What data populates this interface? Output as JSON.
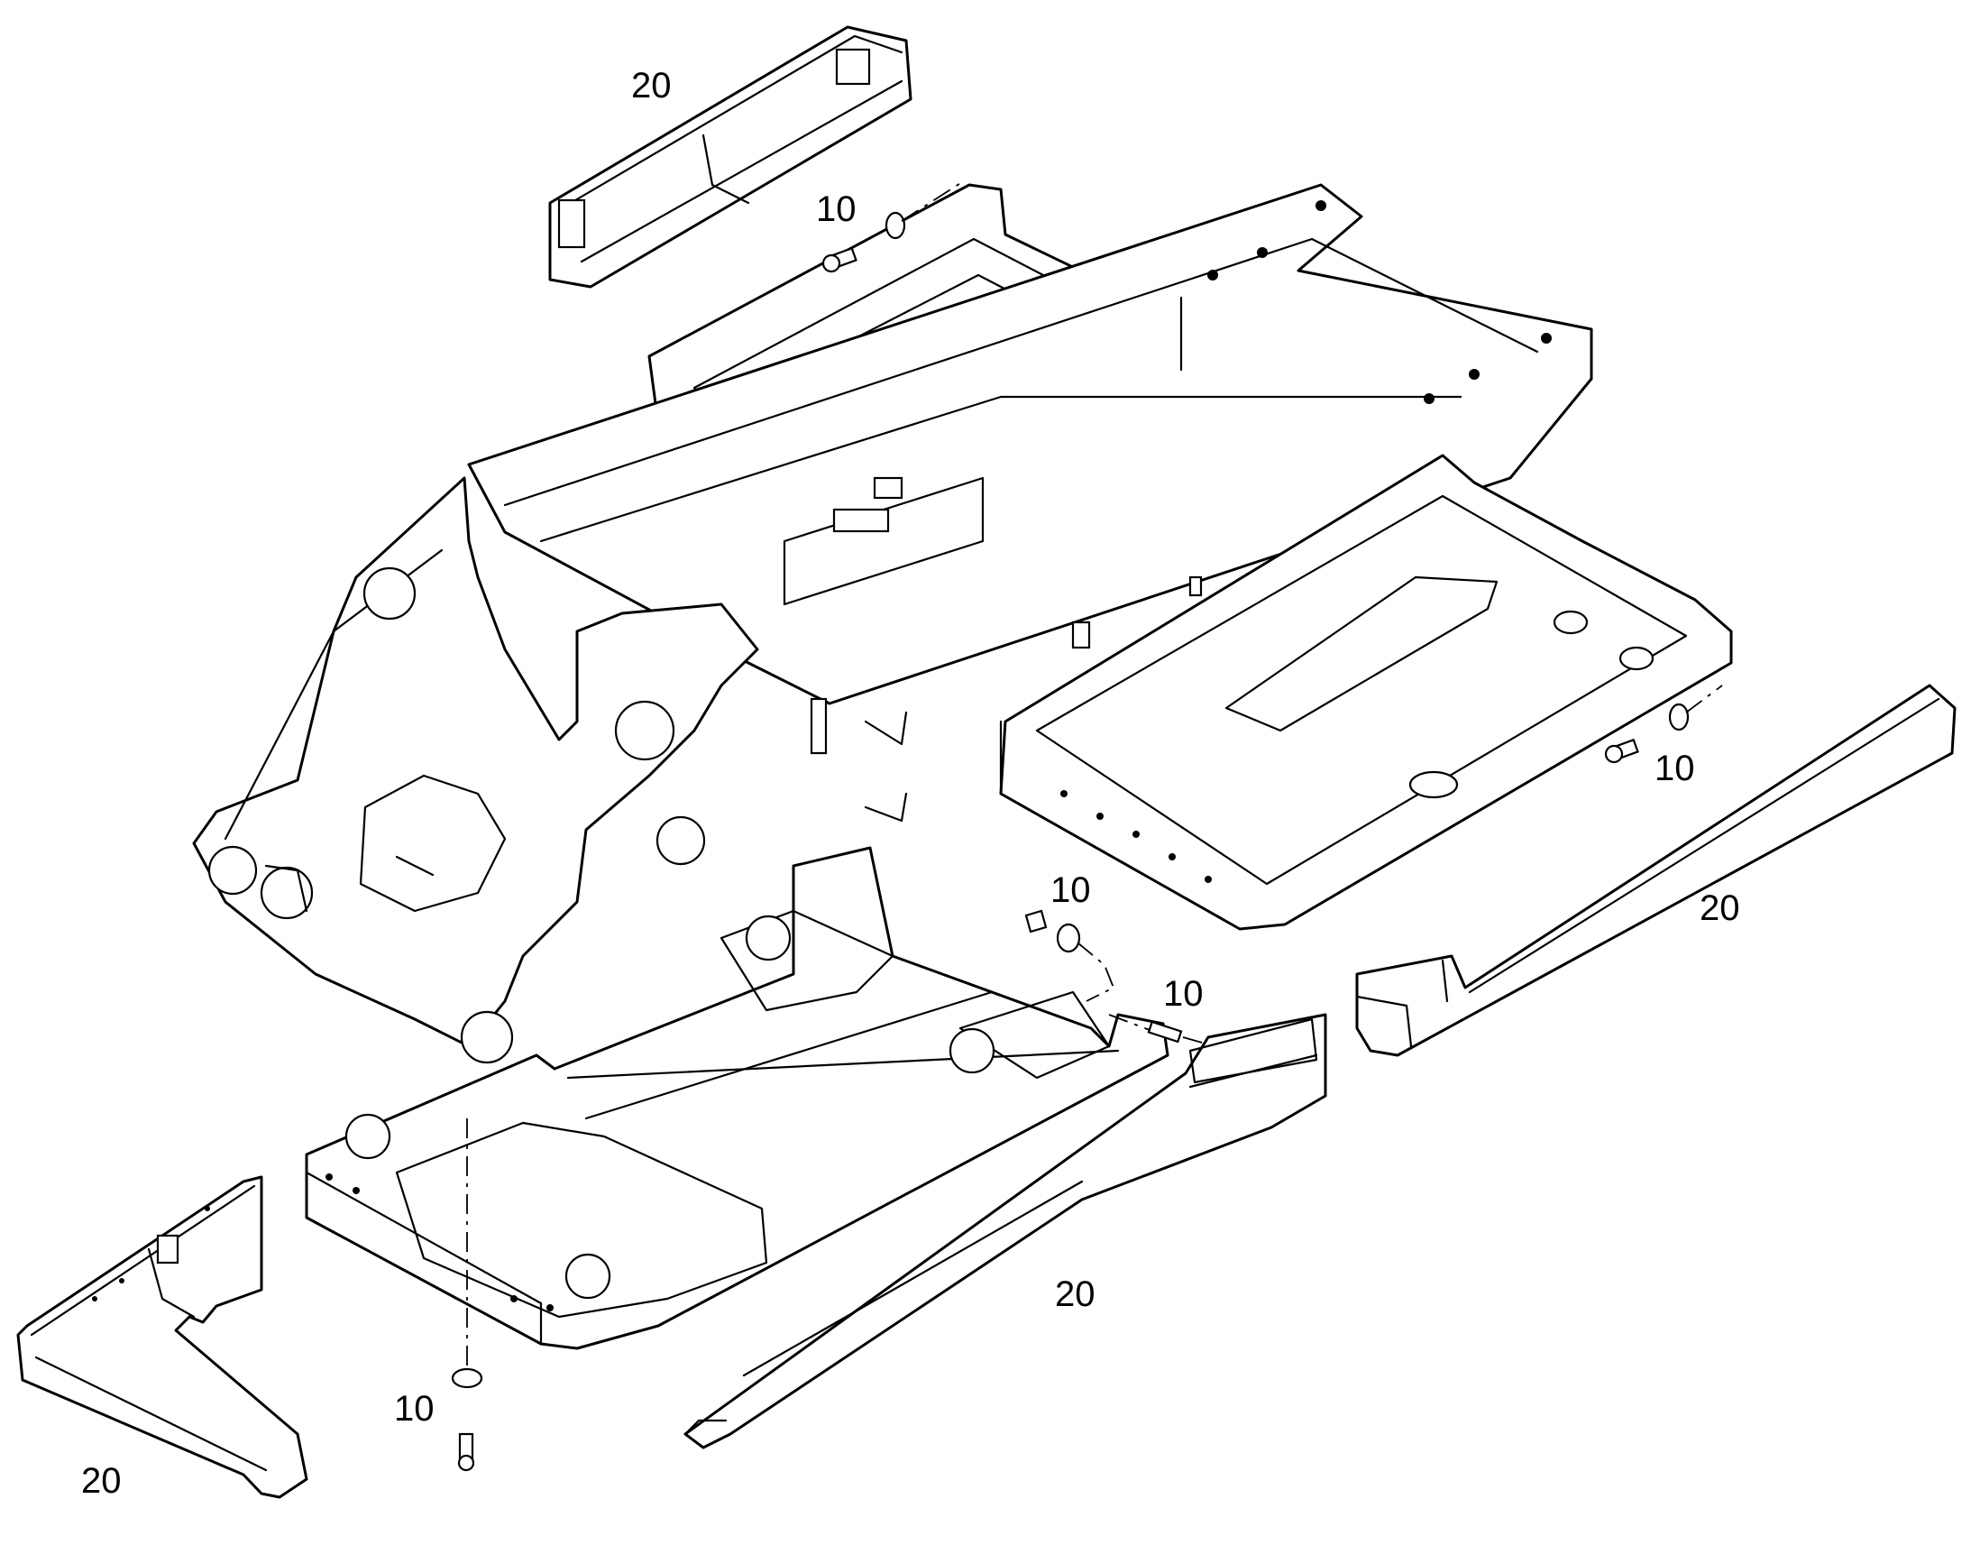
{
  "diagram": {
    "callouts": {
      "c1": "20",
      "c2": "10",
      "c3": "10",
      "c4": "20",
      "c5": "10",
      "c6": "10",
      "c7": "20",
      "c8": "10",
      "c9": "20"
    },
    "colors": {
      "line": "#000000",
      "background": "#ffffff"
    }
  }
}
